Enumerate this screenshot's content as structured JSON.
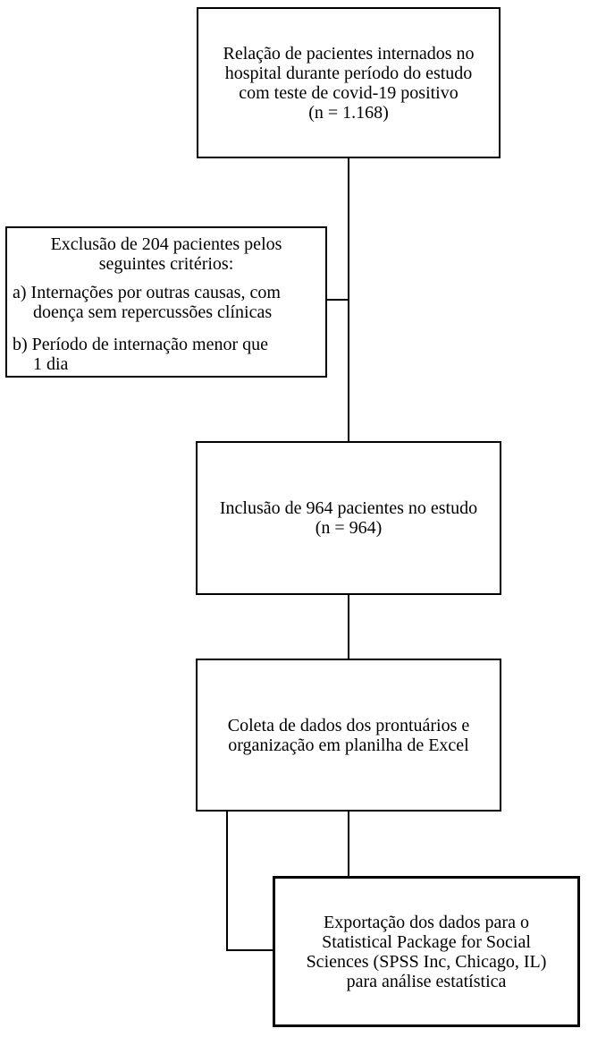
{
  "diagram": {
    "type": "study-flowchart",
    "language": "pt-BR",
    "colors": {
      "background": "#ffffff",
      "box_border": "#000000",
      "box_fill": "#ffffff",
      "text": "#000000",
      "connector": "#000000"
    },
    "boxes": {
      "patients_total": {
        "lines": [
          "Relação de pacientes internados no",
          "hospital durante período do estudo",
          "com teste de covid-19 positivo",
          "(n = 1.168)"
        ]
      },
      "exclusion": {
        "heading_lines": [
          "Exclusão de 204 pacientes pelos",
          "seguintes critérios:"
        ],
        "items": [
          {
            "marker": "a)",
            "lines": [
              "Internações por outras causas, com",
              "doença sem repercussões clínicas"
            ]
          },
          {
            "marker": "b)",
            "lines": [
              "Período de internação menor que",
              "1 dia"
            ]
          }
        ]
      },
      "inclusion": {
        "lines": [
          "Inclusão de 964 pacientes no estudo",
          "(n = 964)"
        ]
      },
      "data_collection": {
        "lines": [
          "Coleta de dados dos prontuários e",
          "organização em planilha de Excel"
        ]
      },
      "spss_export": {
        "lines": [
          "Exportação dos dados para o",
          "Statistical Package for Social",
          "Sciences (SPSS Inc, Chicago, IL)",
          "para análise estatística"
        ]
      }
    }
  }
}
